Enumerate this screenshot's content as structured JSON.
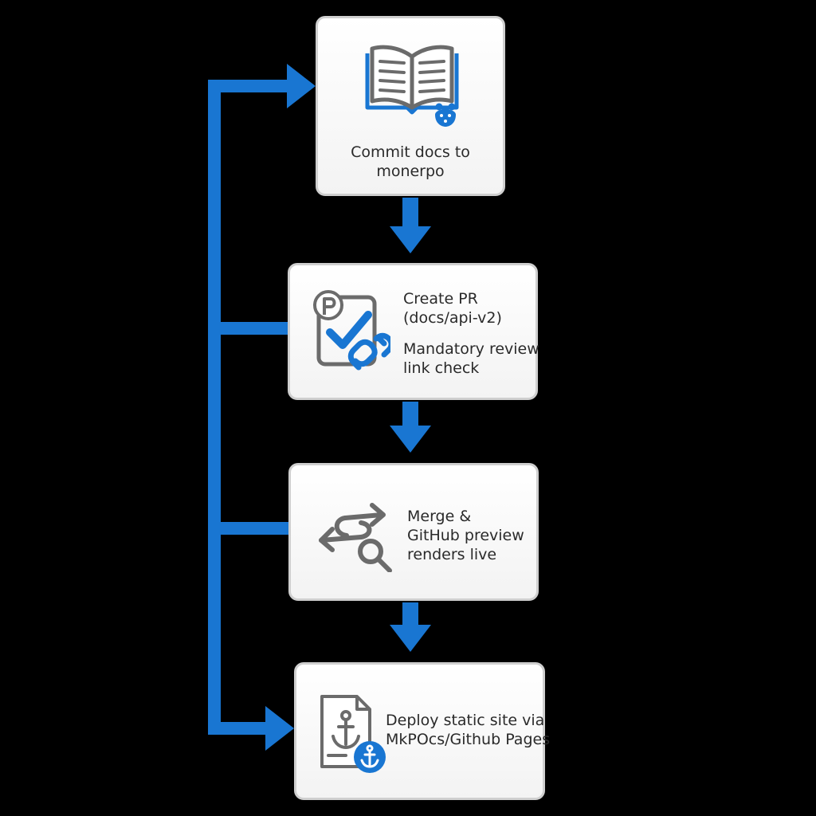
{
  "colors": {
    "background": "#000000",
    "accent": "#1976d2",
    "card_fill": "#ffffff",
    "card_border": "#cfcfcf",
    "icon_gray": "#6b6b6b",
    "text": "#2a2a2a"
  },
  "steps": [
    {
      "icon": "open-book-bear-icon",
      "lines": [
        "Commit docs to",
        "monerpo"
      ]
    },
    {
      "icon": "checkbox-link-icon",
      "title_lines": [
        "Create PR",
        "(docs/api-v2)"
      ],
      "detail_lines": [
        "Mandatory review",
        "link check"
      ]
    },
    {
      "icon": "arrows-search-icon",
      "lines": [
        "Merge &",
        "GitHub preview",
        "renders live"
      ]
    },
    {
      "icon": "document-anchor-icon",
      "lines": [
        "Deploy static site via",
        "MkPOcs/Github Pages"
      ]
    }
  ]
}
